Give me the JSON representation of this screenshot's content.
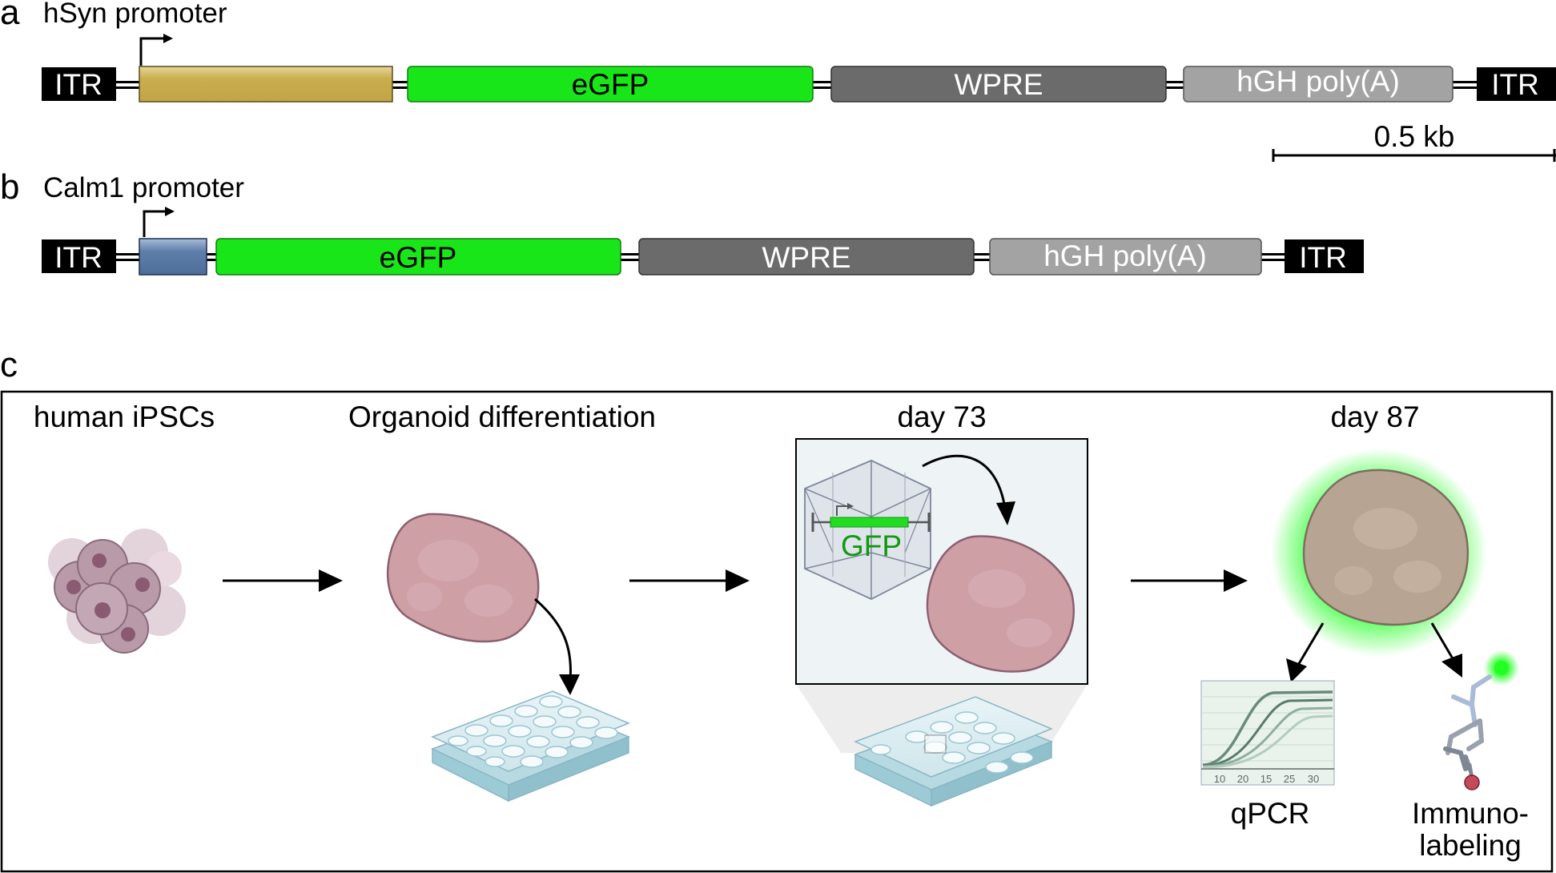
{
  "panel_a": {
    "letter": "a",
    "title": "hSyn promoter",
    "itr_left": "ITR",
    "promoter_label": "",
    "gene": "eGFP",
    "wpre": "WPRE",
    "polya": "hGH poly(A)",
    "itr_right": "ITR",
    "promoter_color": "#c4a84a",
    "gene_color": "#19e619",
    "wpre_color": "#6b6b6b",
    "polya_color": "#a3a3a3"
  },
  "scale_bar": {
    "label": "0.5 kb"
  },
  "panel_b": {
    "letter": "b",
    "title": "Calm1 promoter",
    "itr_left": "ITR",
    "gene": "eGFP",
    "wpre": "WPRE",
    "polya": "hGH poly(A)",
    "itr_right": "ITR",
    "promoter_color": "#5b7aa6"
  },
  "panel_c": {
    "letter": "c",
    "steps": {
      "ipsc": "human iPSCs",
      "differentiation": "Organoid differentiation",
      "day73": "day 73",
      "day87": "day 87"
    },
    "virus_gene": "GFP",
    "qpcr_ticks": [
      "10",
      "20",
      "15",
      "25",
      "30"
    ],
    "qpcr_label": "qPCR",
    "immuno_label_line1": "Immuno-",
    "immuno_label_line2": "labeling"
  }
}
